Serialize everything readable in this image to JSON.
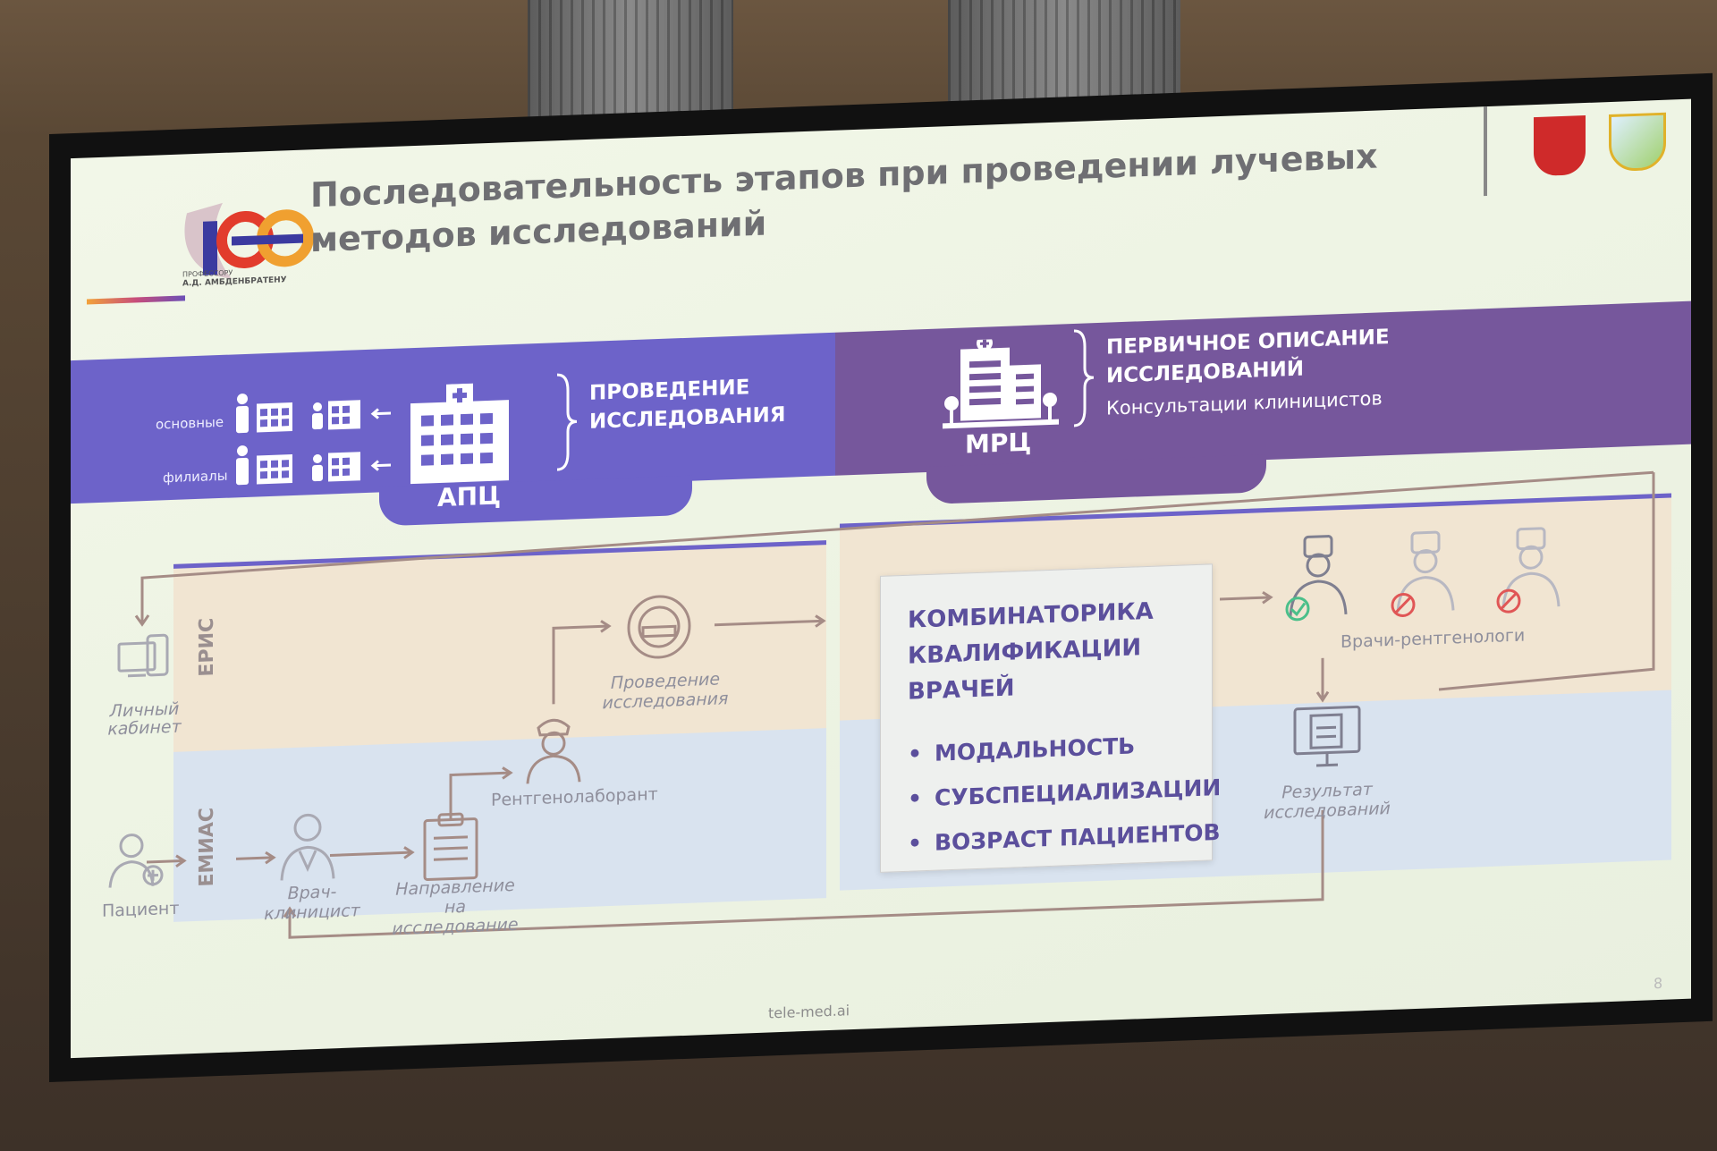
{
  "header": {
    "title_line1": "Последовательность этапов при проведении лучевых",
    "title_line2": "методов исследований",
    "logo_line1": "ПРОФЕССОРУ",
    "logo_line2": "А.Д. АМБДЕНБРАТЕНУ"
  },
  "apc": {
    "main_label": "основные",
    "branch_label": "филиалы",
    "name": "АПЦ",
    "description_line1": "ПРОВЕДЕНИЕ",
    "description_line2": "ИССЛЕДОВАНИЯ",
    "color": "#6d63c9"
  },
  "mrc": {
    "name": "МРЦ",
    "description_line1": "ПЕРВИЧНОЕ ОПИСАНИЕ",
    "description_line2": "ИССЛЕДОВАНИЙ",
    "consultations": "Консультации клиницистов",
    "color": "#76579c"
  },
  "flow": {
    "eris": "ЕРИС",
    "emias": "ЕМИАС",
    "cabinet_line1": "Личный",
    "cabinet_line2": "кабинет",
    "patient": "Пациент",
    "clinician_line1": "Врач-",
    "clinician_line2": "клиницист",
    "referral_line1": "Направление",
    "referral_line2": "на исследование",
    "radiographer": "Рентгенолаборант",
    "exam_line1": "Проведение",
    "exam_line2": "исследования",
    "radiologists": "Врачи-рентгенологи",
    "result_line1": "Результат",
    "result_line2": "исследований"
  },
  "combinatorics": {
    "title_line1": "КОМБИНАТОРИКА",
    "title_line2": "КВАЛИФИКАЦИИ",
    "title_line3": "ВРАЧЕЙ",
    "items": [
      "МОДАЛЬНОСТЬ",
      "СУБСПЕЦИАЛИЗАЦИИ",
      "ВОЗРАСТ ПАЦИЕНТОВ"
    ]
  },
  "footer": {
    "site": "tele-med.ai",
    "page": "8"
  }
}
